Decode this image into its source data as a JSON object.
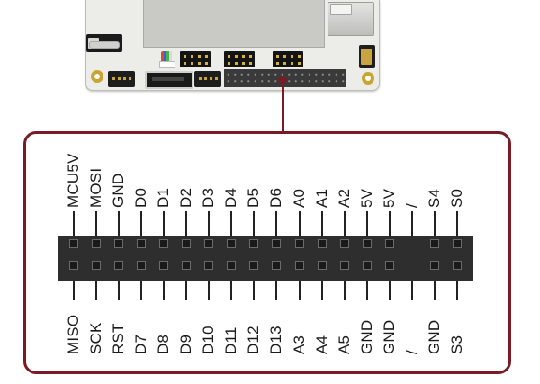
{
  "pinout": {
    "top_labels": [
      "MCU5V",
      "MOSI",
      "GND",
      "D0",
      "D1",
      "D2",
      "D3",
      "D4",
      "D5",
      "D6",
      "A0",
      "A1",
      "A2",
      "5V",
      "5V",
      "/",
      "S4",
      "S0"
    ],
    "bottom_labels": [
      "MISO",
      "SCK",
      "RST",
      "D7",
      "D8",
      "D9",
      "D10",
      "D11",
      "D12",
      "D13",
      "A3",
      "A4",
      "A5",
      "GND",
      "GND",
      "/",
      "GND",
      "S3"
    ],
    "populated": [
      true,
      true,
      true,
      true,
      true,
      true,
      true,
      true,
      true,
      true,
      true,
      true,
      true,
      true,
      true,
      false,
      true,
      true
    ]
  },
  "colors": {
    "frame": "#7a1a24",
    "header_body": "#2e2e2e"
  }
}
